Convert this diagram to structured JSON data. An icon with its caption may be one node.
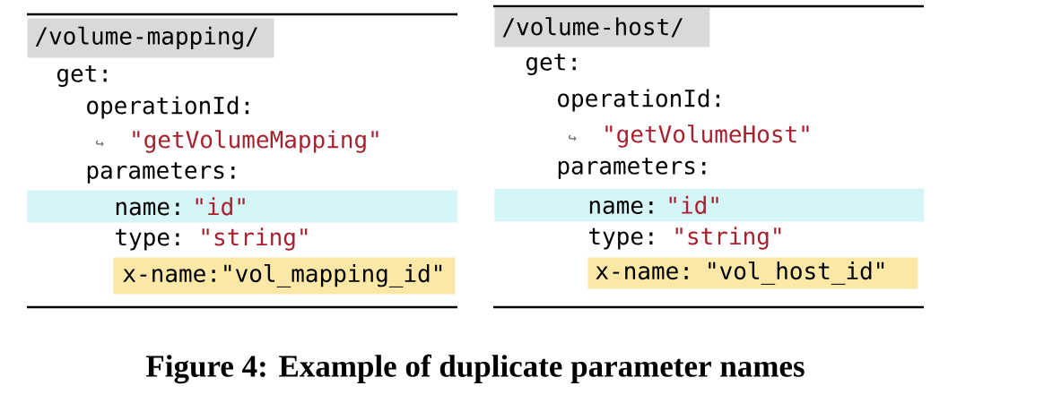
{
  "diagram": {
    "caption": "Figure 4: Example of duplicate parameter names",
    "nodes": [
      {
        "text": [
          "/volume-mapping/"
        ]
      },
      {
        "text": [
          "name:",
          "\"id\""
        ]
      },
      {
        "text": [
          "x-name:\"vol_mapping_id\""
        ]
      },
      {
        "text": [
          "/volume-host/"
        ]
      },
      {
        "text": [
          "name:",
          "\"id\""
        ]
      },
      {
        "text": [
          "x-name: \"vol_host_id\""
        ]
      }
    ],
    "labels": [
      "get:",
      "operationId:",
      "↪",
      "\"getVolumeMapping\"",
      "parameters:",
      "type:",
      "\"string\"",
      "get:",
      "operationId:",
      "↪",
      "\"getVolumeHost\"",
      "parameters:",
      "type:",
      "\"string\""
    ]
  }
}
